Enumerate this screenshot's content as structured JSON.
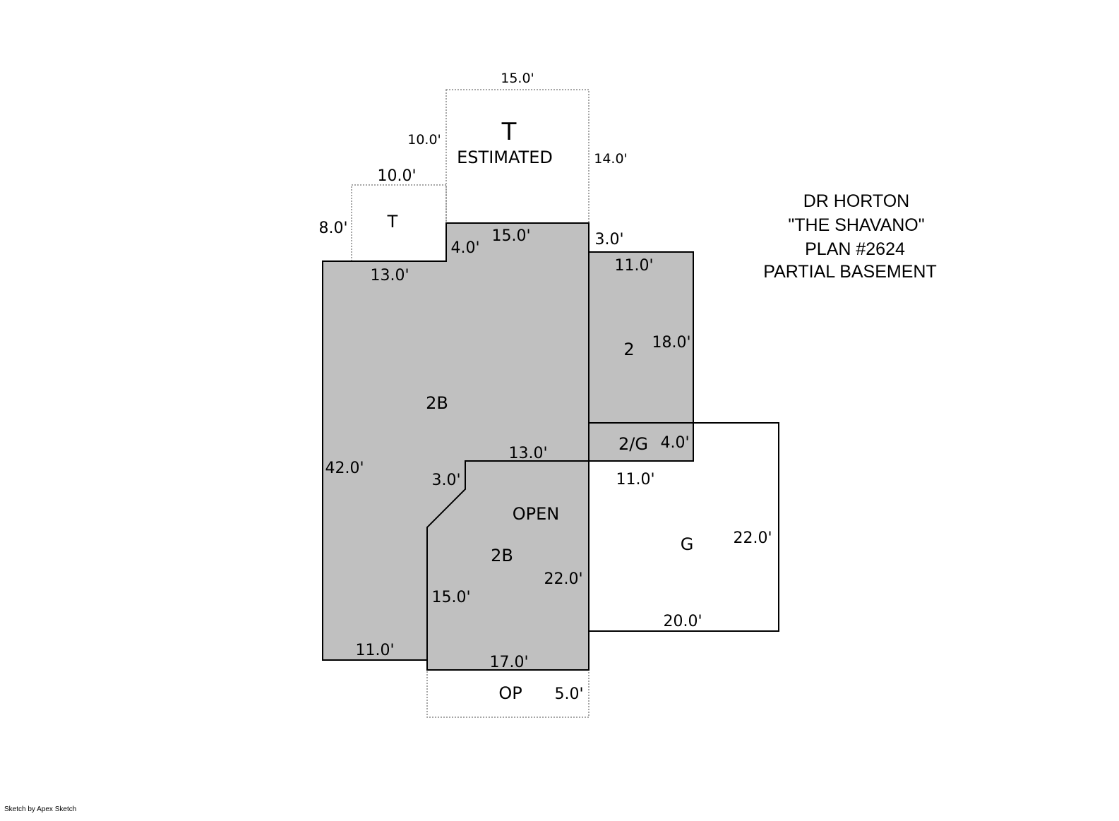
{
  "title_block": [
    "DR HORTON",
    "\"THE SHAVANO\"",
    "PLAN #2624",
    "PARTIAL BASEMENT"
  ],
  "areas": {
    "t_estimated": {
      "code": "T",
      "note": "ESTIMATED",
      "top": "15.0'",
      "left": "10.0'",
      "right": "14.0'"
    },
    "t_small": {
      "code": "T",
      "top": "10.0'",
      "left": "8.0'"
    },
    "main_2b": {
      "code": "2B",
      "d_13a": "13.0'",
      "d_4": "4.0'",
      "d_15": "15.0'",
      "d_42": "42.0'",
      "d_13b": "13.0'",
      "d_3": "3.0'",
      "d_11": "11.0'"
    },
    "open_2b": {
      "note": "OPEN",
      "code": "2B",
      "d_15": "15.0'",
      "d_22": "22.0'",
      "d_17": "17.0'"
    },
    "two": {
      "code": "2",
      "d_3": "3.0'",
      "d_11": "11.0'",
      "d_18": "18.0'"
    },
    "two_g": {
      "code": "2/G",
      "d_4": "4.0'"
    },
    "garage": {
      "code": "G",
      "d_11": "11.0'",
      "d_22": "22.0'",
      "d_20": "20.0'"
    },
    "op": {
      "code": "OP",
      "d_5": "5.0'"
    }
  },
  "credit": "Sketch by Apex Sketch",
  "colors": {
    "fill": "#c0c0c0",
    "line": "#000000",
    "dotted": "#888888"
  }
}
